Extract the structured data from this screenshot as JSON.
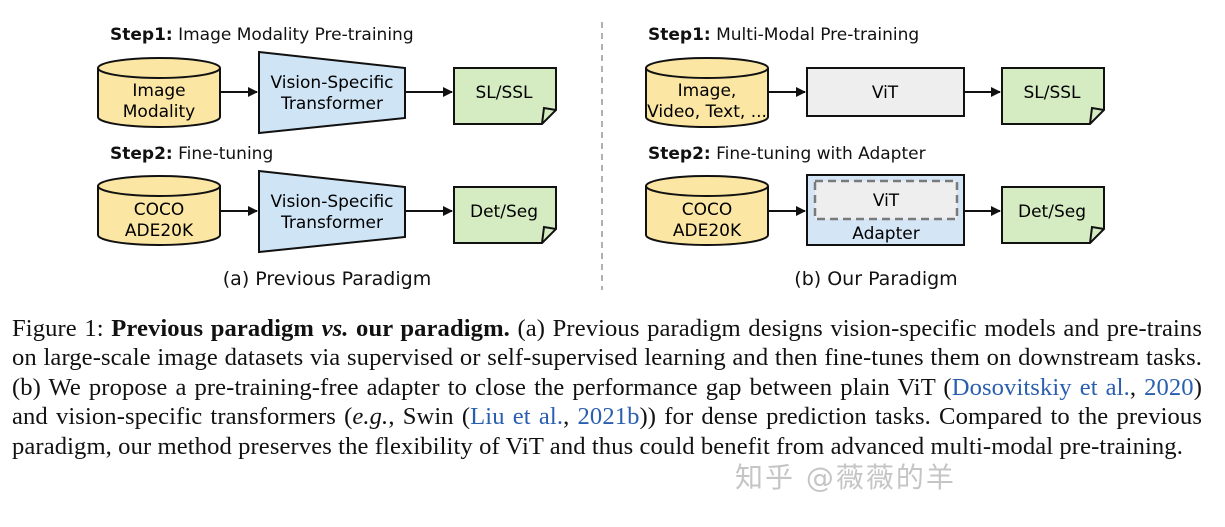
{
  "diagram": {
    "left": {
      "step1_bold": "Step1:",
      "step1_text": " Image Modality Pre-training",
      "step1_input": [
        "Image",
        "Modality"
      ],
      "step1_model": [
        "Vision-Specific",
        "Transformer"
      ],
      "step1_output": "SL/SSL",
      "step2_bold": "Step2:",
      "step2_text": " Fine-tuning",
      "step2_input": [
        "COCO",
        "ADE20K"
      ],
      "step2_model": [
        "Vision-Specific",
        "Transformer"
      ],
      "step2_output": "Det/Seg",
      "label": "(a) Previous Paradigm"
    },
    "right": {
      "step1_bold": "Step1:",
      "step1_text": " Multi-Modal Pre-training",
      "step1_input": [
        "Image,",
        "Video, Text, ..."
      ],
      "step1_model": "ViT",
      "step1_output": "SL/SSL",
      "step2_bold": "Step2:",
      "step2_text": " Fine-tuning with Adapter",
      "step2_input": [
        "COCO",
        "ADE20K"
      ],
      "step2_model_inner": "ViT",
      "step2_model_outer": "Adapter",
      "step2_output": "Det/Seg",
      "label": "(b) Our Paradigm"
    },
    "colors": {
      "cylinder_fill": "#fbe6a3",
      "trapezoid_fill": "#cfe4f5",
      "output_fill": "#d5ecc2",
      "vit_fill": "#eeeeee",
      "adapter_fill": "#d4e6f6",
      "separator": "#b0b0b0"
    }
  },
  "caption": {
    "prefix": "Figure 1:   ",
    "title_a": "Previous paradigm ",
    "title_vs": "vs.",
    "title_b": " our paradigm.",
    "text1": " (a) Previous paradigm designs vision-specific models and pre-trains on large-scale image datasets via supervised or self-supervised learning and then fine-tunes them on downstream tasks. (b) We propose a pre-training-free adapter to close the performance gap between plain ViT (",
    "cite1_author": "Dosovitskiy et al.",
    "cite1_sep": ", ",
    "cite1_year": "2020",
    "text2": ") and vision-specific transformers (",
    "eg": "e.g.",
    "text3": ", Swin (",
    "cite2_author": "Liu et al.",
    "cite2_sep": ", ",
    "cite2_year": "2021b",
    "text4": ")) for dense prediction tasks. Compared to the previous paradigm, our method preserves the flexibility of ViT and thus could benefit from advanced multi-modal pre-training."
  },
  "watermark": "知乎 @薇薇的羊"
}
